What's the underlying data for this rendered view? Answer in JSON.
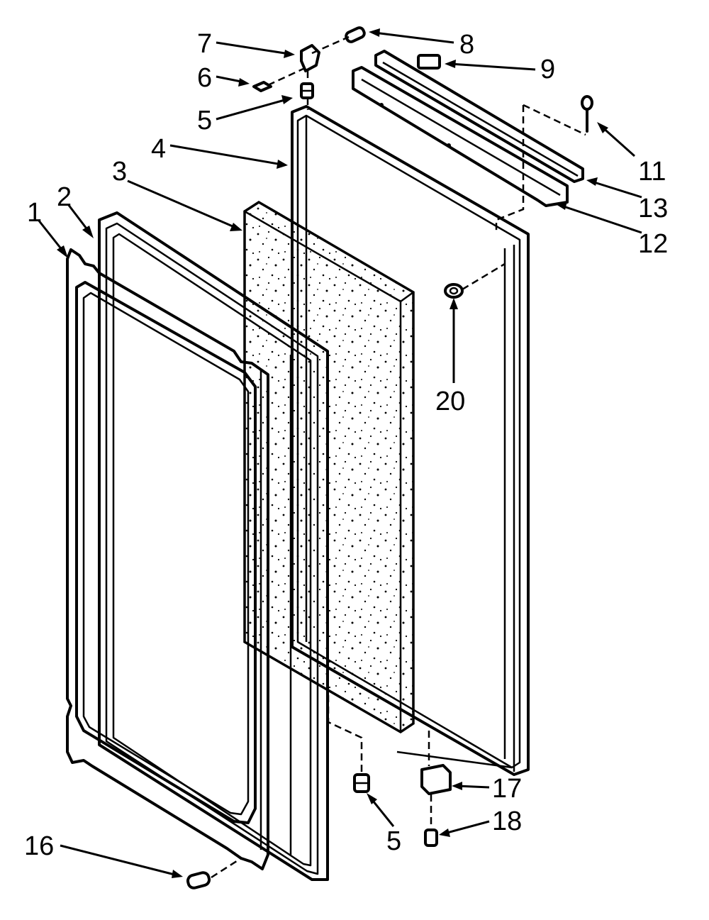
{
  "diagram": {
    "callouts": [
      {
        "id": "c1",
        "text": "1"
      },
      {
        "id": "c2",
        "text": "2"
      },
      {
        "id": "c3",
        "text": "3"
      },
      {
        "id": "c4",
        "text": "4"
      },
      {
        "id": "c5a",
        "text": "5"
      },
      {
        "id": "c5b",
        "text": "5"
      },
      {
        "id": "c6",
        "text": "6"
      },
      {
        "id": "c7",
        "text": "7"
      },
      {
        "id": "c8",
        "text": "8"
      },
      {
        "id": "c9",
        "text": "9"
      },
      {
        "id": "c11",
        "text": "11"
      },
      {
        "id": "c12",
        "text": "12"
      },
      {
        "id": "c13",
        "text": "13"
      },
      {
        "id": "c16",
        "text": "16"
      },
      {
        "id": "c17",
        "text": "17"
      },
      {
        "id": "c18",
        "text": "18"
      },
      {
        "id": "c20",
        "text": "20"
      }
    ]
  }
}
